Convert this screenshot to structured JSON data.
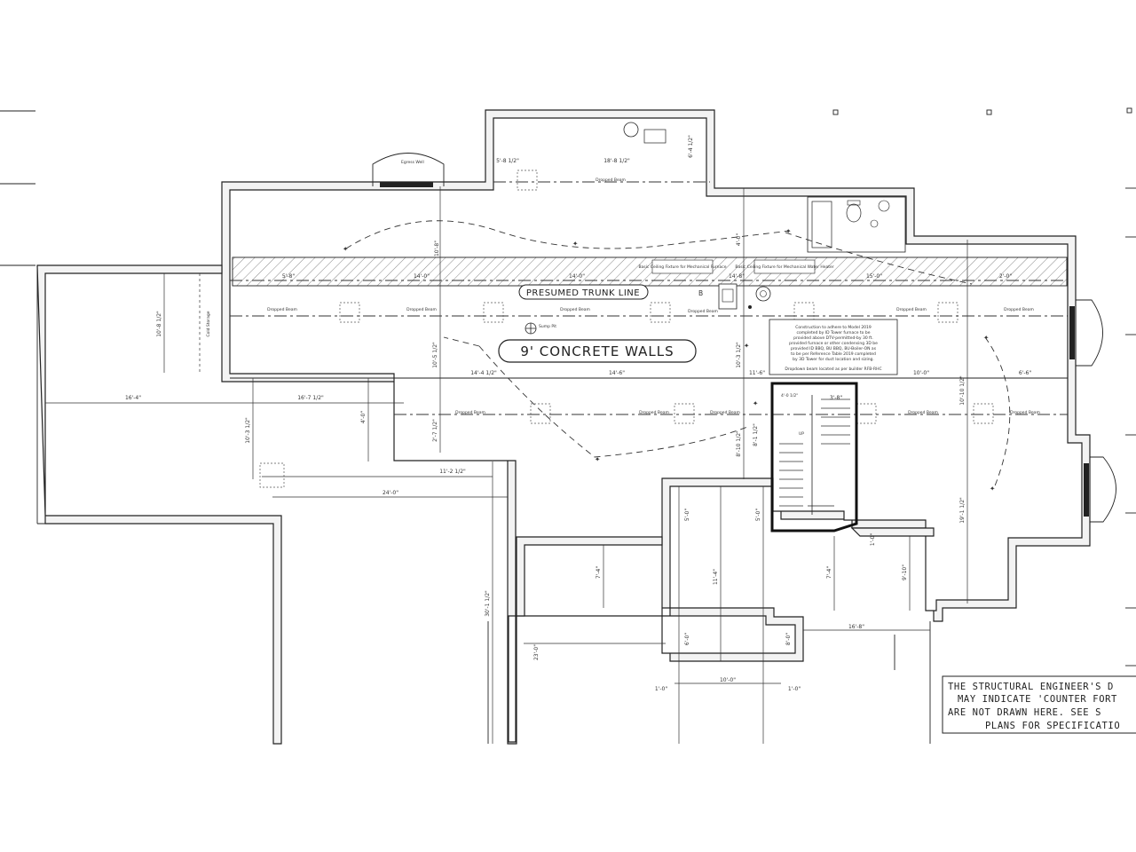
{
  "labels": {
    "trunk_line": "PRESUMED TRUNK LINE",
    "concrete_walls": "9' CONCRETE WALLS",
    "dropped_beam": "Dropped Beam",
    "cold_storage": "Cold Storage",
    "egress_window": "Egress Well",
    "sump": "Sump Pit",
    "furnace_note_1": "Basic Ceiling Fixture for Mechanical Furnace",
    "furnace_note_2": "Basic Ceiling Fixture for Mechanical Water Heater",
    "stair_up": "UP",
    "stair_dims": "4'-0 1/2\"",
    "notes_box": [
      "Construction to adhere to Model 2019",
      "completed by ID Tower furnace to be",
      "provided above DTV-permitted-by 30 ft.",
      "provided furnace or other condensing 3D be",
      "provided ID BBQ, BU BBQ, BU-Boiler-ON as",
      "to be per Reference Table 2019 completed",
      "by 3D Tower for duct location and sizing.",
      "",
      "Dropdown beam located as per builder RFB-RHC"
    ]
  },
  "structural_note": [
    "THE STRUCTURAL ENGINEER'S D",
    "MAY INDICATE 'COUNTER FORT",
    "ARE NOT DRAWN HERE.  SEE S",
    "PLANS FOR SPECIFICATIO"
  ],
  "dimensions": {
    "d1": "5'-8\"",
    "d2": "14'-0\"",
    "d3": "14'-0\"",
    "d4": "14'-8\"",
    "d5": "15'-0\"",
    "d6": "2'-0\"",
    "d7": "5'-8 1/2\"",
    "d8": "18'-8 1/2\"",
    "d9": "6'-4 1/2\"",
    "d10": "16'-4\"",
    "d11": "16'-7 1/2\"",
    "d12": "14'-4 1/2\"",
    "d13": "14'-6\"",
    "d14": "11'-6\"",
    "d15": "10'-0\"",
    "d16": "6'-6\"",
    "d17": "10'-8 1/2\"",
    "d18": "10'-5 1/2\"",
    "d19": "10'-3 1/2\"",
    "d20": "4'-0\"",
    "d21": "2'-7 1/2\"",
    "d22": "11'-2 1/2\"",
    "d23": "24'-0\"",
    "d24": "30'-1 1/2\"",
    "d25": "23'-0\"",
    "d26": "7'-4\"",
    "d27": "11'-4\"",
    "d28": "5'-0\"",
    "d29": "6'-0\"",
    "d30": "16'-8\"",
    "d31": "10'-0\"",
    "d32": "1'-0\"",
    "d33": "1'-0\"",
    "d34": "8'-0\"",
    "d35": "7'-4\"",
    "d36": "9'-10\"",
    "d37": "5'-0\"",
    "d38": "10'-10 1/2\"",
    "d39": "19'-1 1/2\"",
    "d40": "8'-10 1/2\"",
    "d41": "8'-1 1/2\"",
    "d42": "3'-8\"",
    "d43": "10'-3 1/2\"",
    "d44": "1'-0\"",
    "d45": "4'-0\"",
    "d46": "10'-8\""
  },
  "colors": {
    "ink": "#222222",
    "wall_fill": "#f3f3f3",
    "paper": "#ffffff"
  }
}
